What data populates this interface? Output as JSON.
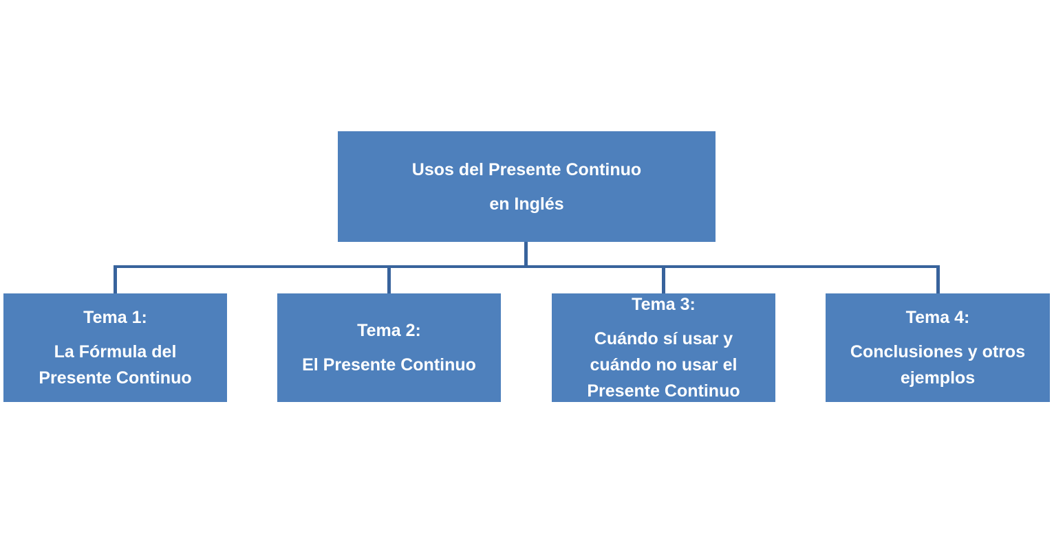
{
  "diagram": {
    "type": "org-chart",
    "colors": {
      "box_fill": "#4e80bc",
      "connector_line": "#38639c",
      "text": "#ffffff",
      "background": "#ffffff"
    },
    "root": {
      "line1": "Usos del Presente Continuo",
      "line2": "en Inglés"
    },
    "children": [
      {
        "heading": "Tema 1:",
        "body_lines": [
          "La Fórmula del",
          "Presente Continuo"
        ]
      },
      {
        "heading": "Tema 2:",
        "body_lines": [
          "El Presente Continuo"
        ]
      },
      {
        "heading": "Tema 3:",
        "body_lines": [
          "Cuándo sí usar y",
          "cuándo no usar el",
          "Presente Continuo"
        ]
      },
      {
        "heading": "Tema 4:",
        "body_lines": [
          "Conclusiones y otros",
          "ejemplos"
        ]
      }
    ]
  }
}
